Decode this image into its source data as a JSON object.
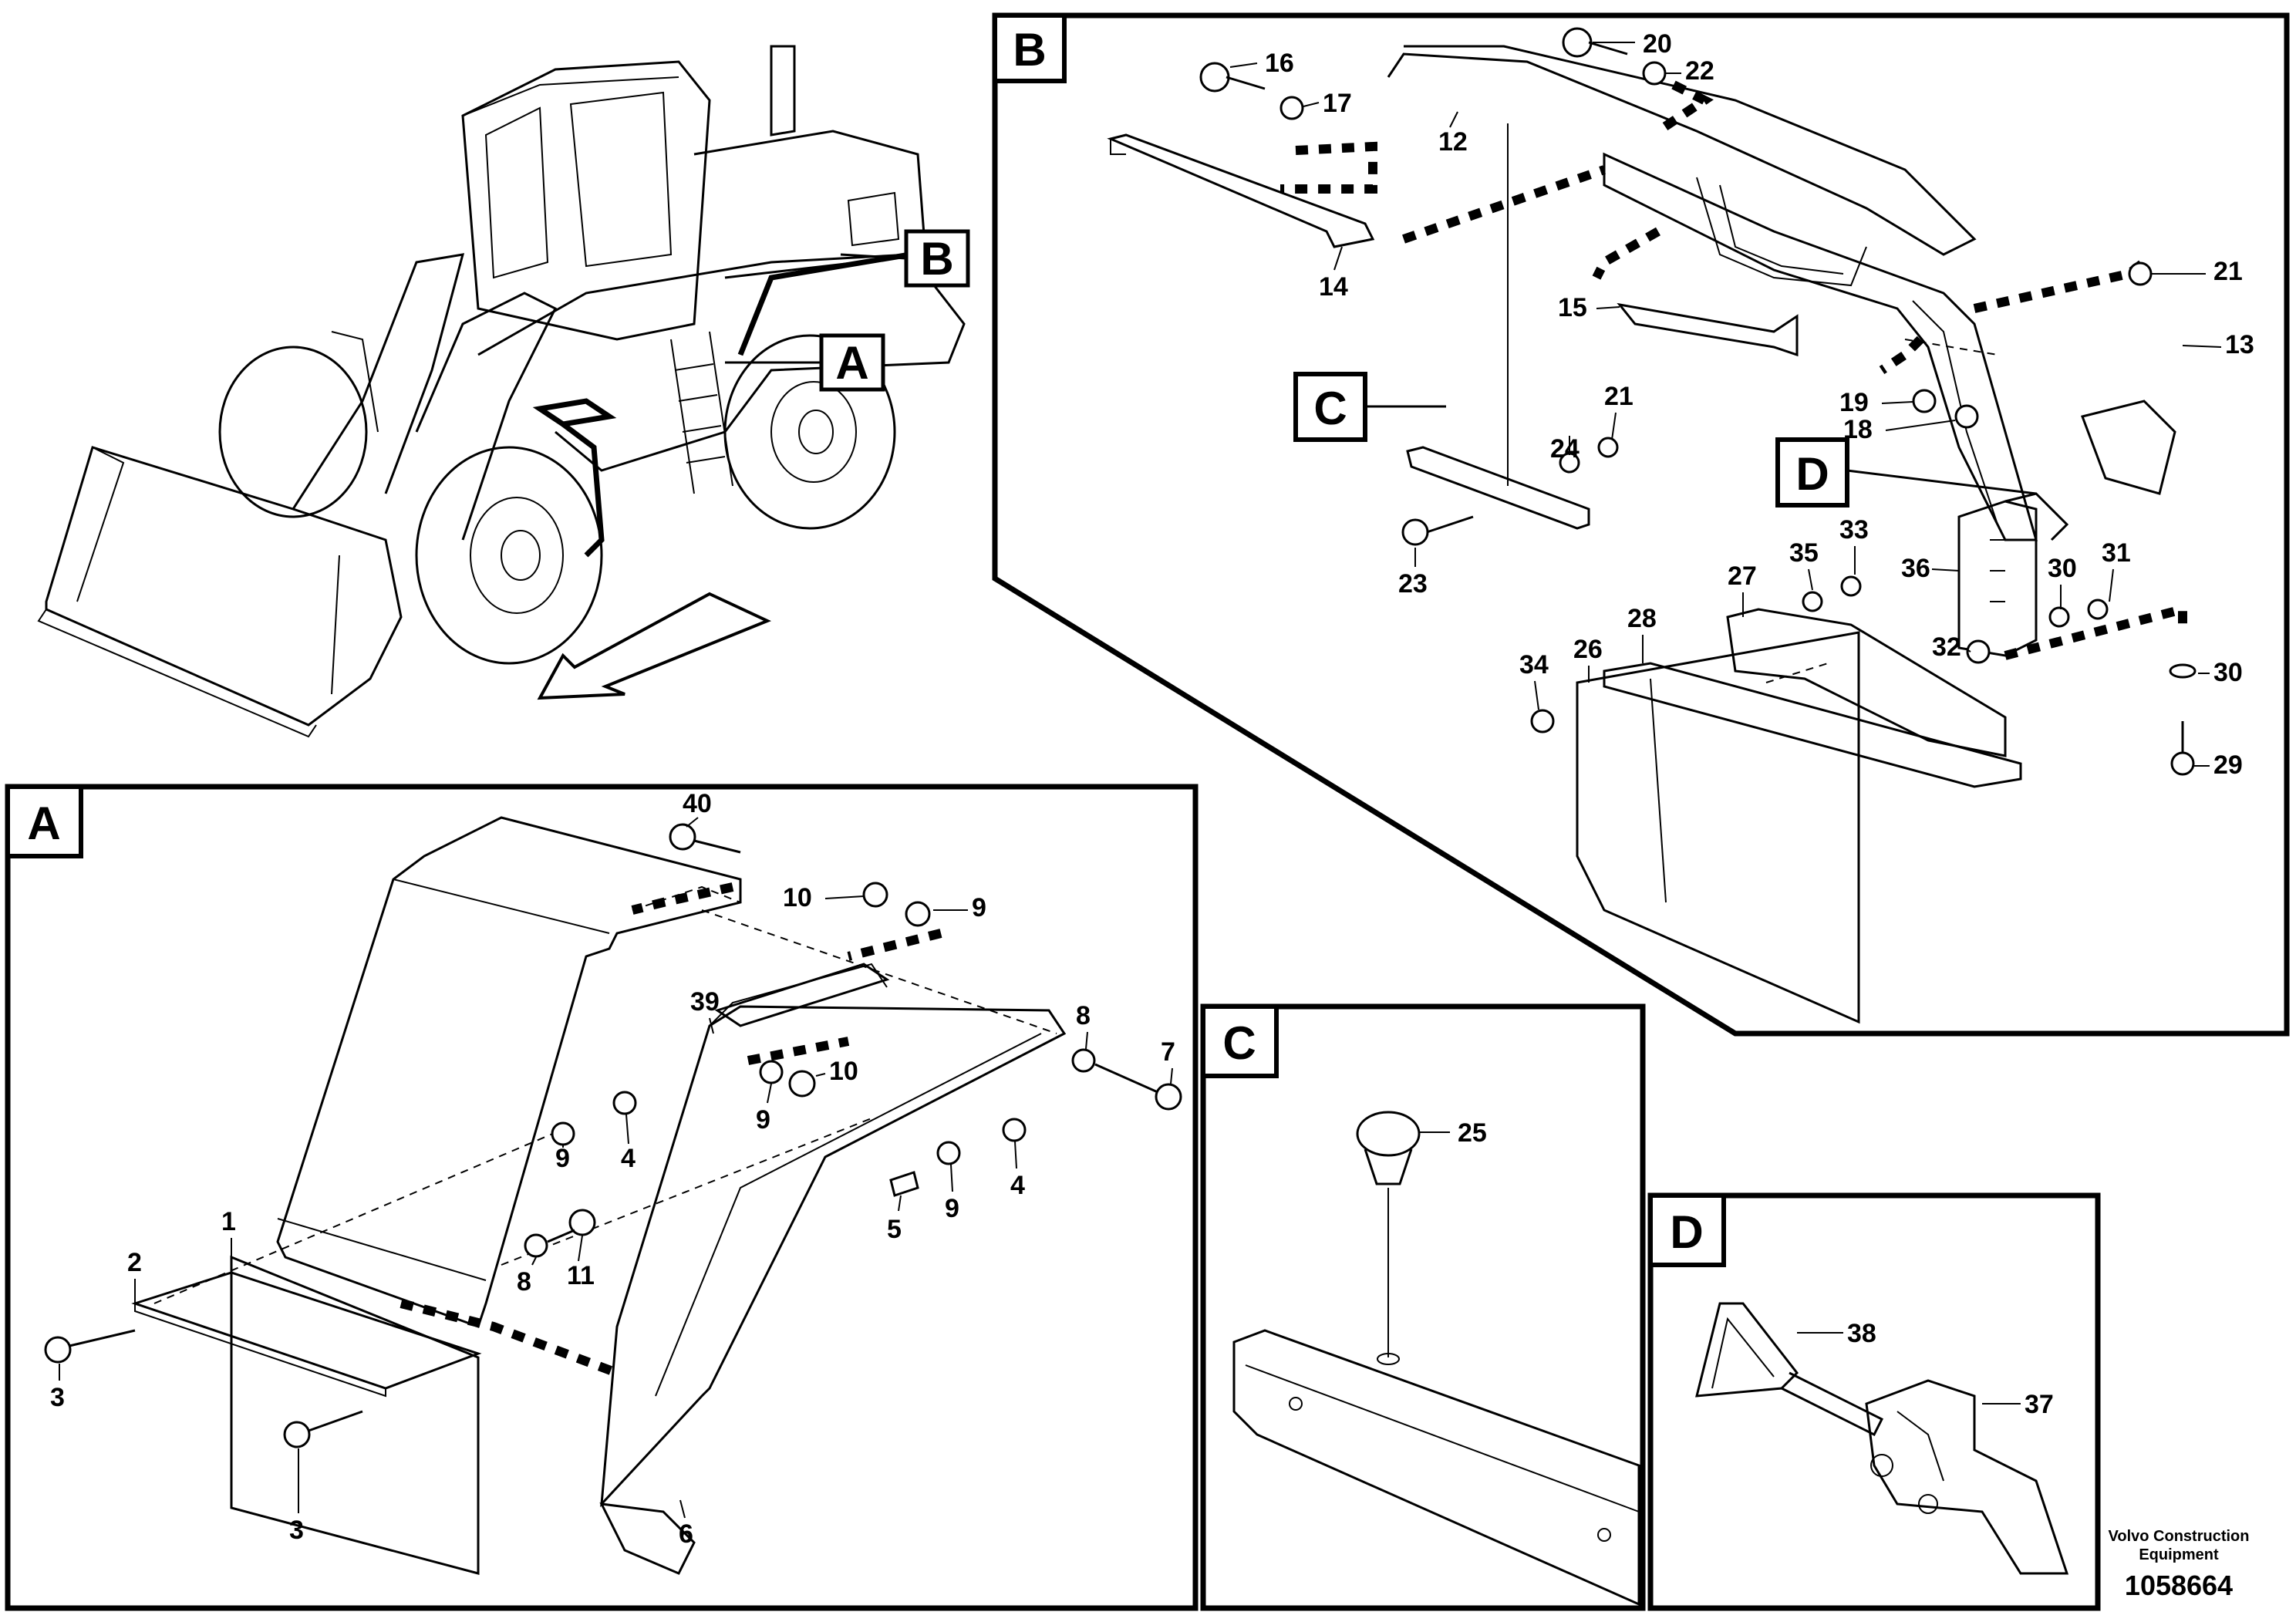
{
  "panels": {
    "A": {
      "label": "A"
    },
    "B": {
      "label": "B"
    },
    "C": {
      "label": "C"
    },
    "D": {
      "label": "D"
    }
  },
  "overview": {
    "callouts": {
      "A": "A",
      "B": "B"
    },
    "callouts_in_B": {
      "C": "C",
      "D": "D"
    }
  },
  "part_numbers": {
    "p1": "1",
    "p2": "2",
    "p3a": "3",
    "p3b": "3",
    "p4a": "4",
    "p4b": "4",
    "p5": "5",
    "p6": "6",
    "p7": "7",
    "p8a": "8",
    "p8b": "8",
    "p9a": "9",
    "p9b": "9",
    "p9c": "9",
    "p9d": "9",
    "p10a": "10",
    "p10b": "10",
    "p11": "11",
    "p12": "12",
    "p13": "13",
    "p14": "14",
    "p15": "15",
    "p16": "16",
    "p17": "17",
    "p18": "18",
    "p19": "19",
    "p20": "20",
    "p21a": "21",
    "p21b": "21",
    "p22": "22",
    "p23": "23",
    "p24": "24",
    "p25": "25",
    "p26": "26",
    "p27": "27",
    "p28": "28",
    "p29": "29",
    "p30a": "30",
    "p30b": "30",
    "p31": "31",
    "p32": "32",
    "p33": "33",
    "p34": "34",
    "p35": "35",
    "p36": "36",
    "p37": "37",
    "p38": "38",
    "p39": "39",
    "p40": "40"
  },
  "footer": {
    "brand_line1": "Volvo Construction",
    "brand_line2": "Equipment",
    "drawing_number": "1058664"
  }
}
